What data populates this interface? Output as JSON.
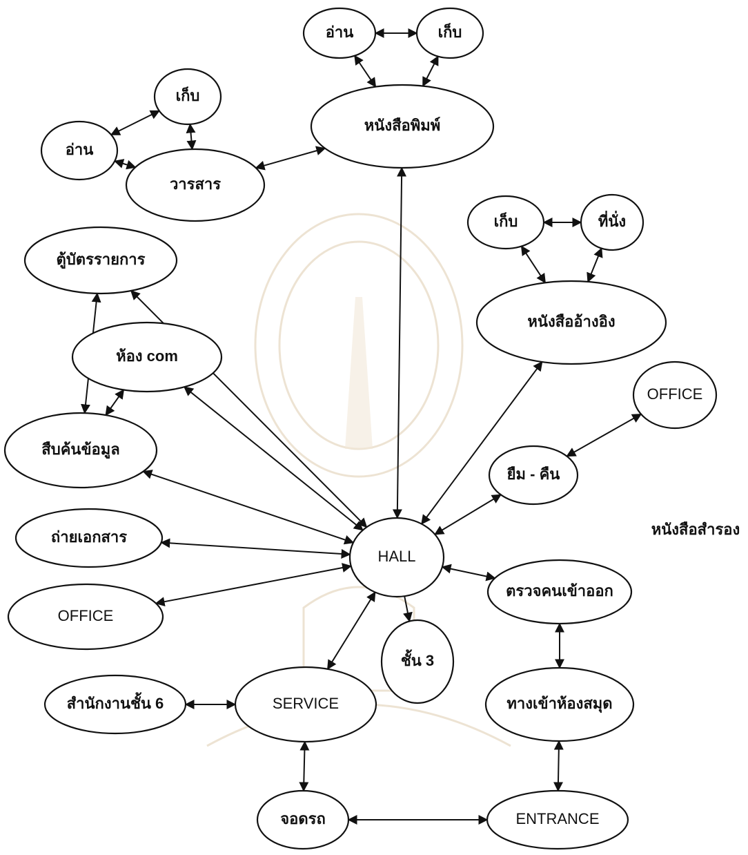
{
  "nodes": [
    {
      "id": "read1",
      "label": "อ่าน",
      "bold": true
    },
    {
      "id": "keep1",
      "label": "เก็บ",
      "bold": true
    },
    {
      "id": "read2",
      "label": "อ่าน",
      "bold": true
    },
    {
      "id": "keep2",
      "label": "เก็บ",
      "bold": true
    },
    {
      "id": "newspaper",
      "label": "หนังสือพิมพ์",
      "bold": true
    },
    {
      "id": "journal",
      "label": "วารสาร",
      "bold": true
    },
    {
      "id": "keep3",
      "label": "เก็บ",
      "bold": true
    },
    {
      "id": "seat",
      "label": "ที่นั่ง",
      "bold": true
    },
    {
      "id": "catalog",
      "label": "ตู้บัตรรายการ",
      "bold": true
    },
    {
      "id": "reference",
      "label": "หนังสืออ้างอิง",
      "bold": true
    },
    {
      "id": "comroom",
      "label": "ห้อง com",
      "bold": true
    },
    {
      "id": "office1",
      "label": "OFFICE",
      "bold": false
    },
    {
      "id": "search",
      "label": "สืบค้นข้อมูล",
      "bold": true
    },
    {
      "id": "borrow",
      "label": "ยืม - คืน",
      "bold": true
    },
    {
      "id": "copy",
      "label": "ถ่ายเอกสาร",
      "bold": true
    },
    {
      "id": "hall",
      "label": "HALL",
      "bold": false
    },
    {
      "id": "check",
      "label": "ตรวจคนเข้าออก",
      "bold": true
    },
    {
      "id": "office2",
      "label": "OFFICE",
      "bold": false
    },
    {
      "id": "floor3",
      "label": "ชั้น 3",
      "bold": true
    },
    {
      "id": "office6",
      "label": "สำนักงานชั้น 6",
      "bold": true
    },
    {
      "id": "service",
      "label": "SERVICE",
      "bold": false
    },
    {
      "id": "libentry",
      "label": "ทางเข้าห้องสมุด",
      "bold": true
    },
    {
      "id": "parking",
      "label": "จอดรถ",
      "bold": true
    },
    {
      "id": "entrance",
      "label": "ENTRANCE",
      "bold": false
    }
  ],
  "edges": [
    {
      "from": "read2",
      "to": "keep2",
      "type": "both"
    },
    {
      "from": "read2",
      "to": "newspaper",
      "type": "both"
    },
    {
      "from": "keep2",
      "to": "newspaper",
      "type": "both"
    },
    {
      "from": "read1",
      "to": "keep1",
      "type": "both"
    },
    {
      "from": "read1",
      "to": "journal",
      "type": "both"
    },
    {
      "from": "keep1",
      "to": "journal",
      "type": "both"
    },
    {
      "from": "journal",
      "to": "newspaper",
      "type": "both"
    },
    {
      "from": "newspaper",
      "to": "hall",
      "type": "both"
    },
    {
      "from": "keep3",
      "to": "seat",
      "type": "both"
    },
    {
      "from": "keep3",
      "to": "reference",
      "type": "both"
    },
    {
      "from": "seat",
      "to": "reference",
      "type": "both"
    },
    {
      "from": "reference",
      "to": "hall",
      "type": "both"
    },
    {
      "from": "catalog",
      "to": "hall",
      "type": "both"
    },
    {
      "from": "catalog",
      "to": "search",
      "type": "both"
    },
    {
      "from": "comroom",
      "to": "search",
      "type": "both"
    },
    {
      "from": "comroom",
      "to": "hall",
      "type": "both"
    },
    {
      "from": "search",
      "to": "hall",
      "type": "both"
    },
    {
      "from": "office1",
      "to": "borrow",
      "type": "both"
    },
    {
      "from": "borrow",
      "to": "hall",
      "type": "both"
    },
    {
      "from": "copy",
      "to": "hall",
      "type": "both"
    },
    {
      "from": "office2",
      "to": "hall",
      "type": "both"
    },
    {
      "from": "hall",
      "to": "check",
      "type": "both"
    },
    {
      "from": "hall",
      "to": "floor3",
      "type": "one"
    },
    {
      "from": "hall",
      "to": "service",
      "type": "both"
    },
    {
      "from": "check",
      "to": "libentry",
      "type": "both"
    },
    {
      "from": "office6",
      "to": "service",
      "type": "both"
    },
    {
      "from": "service",
      "to": "parking",
      "type": "both"
    },
    {
      "from": "libentry",
      "to": "entrance",
      "type": "both"
    },
    {
      "from": "parking",
      "to": "entrance",
      "type": "both"
    }
  ],
  "floating_label": "หนังสือสำรอง"
}
